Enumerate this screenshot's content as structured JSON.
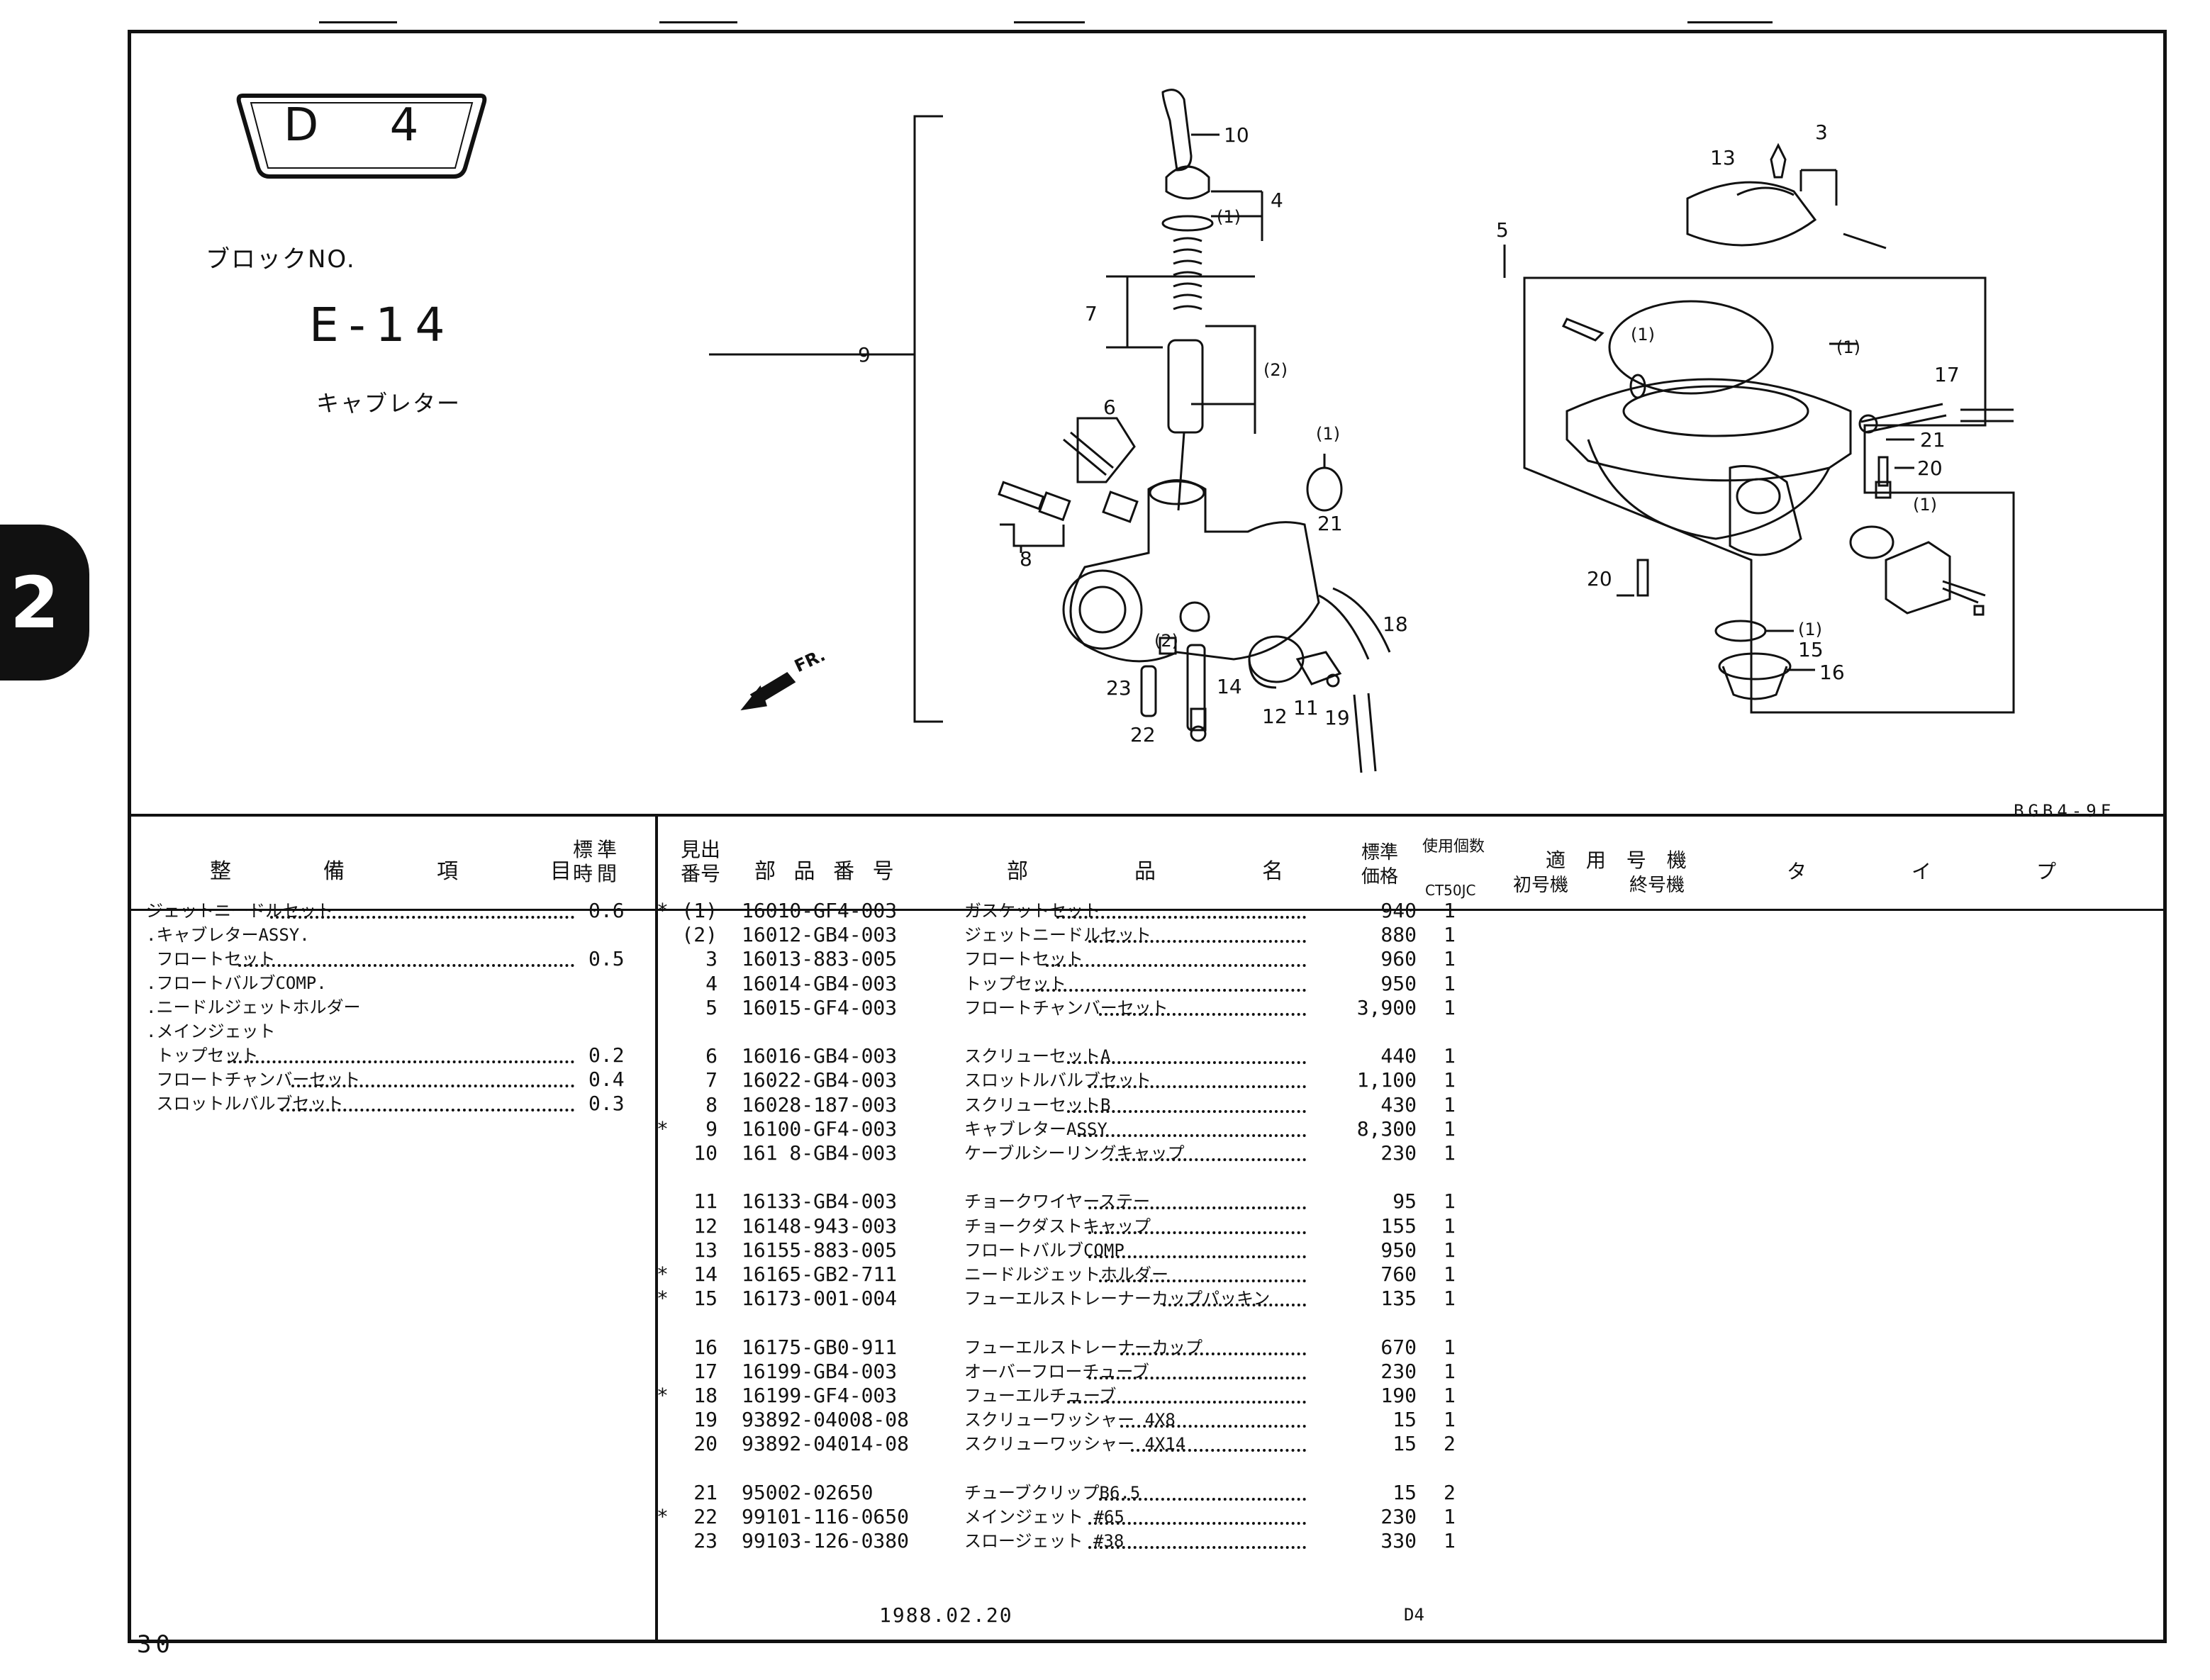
{
  "block": {
    "badge": "D 4",
    "block_no_label": "ブロックNO.",
    "code": "E-14",
    "name": "キャブレター"
  },
  "section_tab": "2",
  "diagram": {
    "code": "BGB4-9F",
    "fr_label": "FR.",
    "callouts": [
      "10",
      "4",
      "(1)",
      "7",
      "(2)",
      "9",
      "6",
      "8",
      "(1)",
      "21",
      "18",
      "(2)",
      "23",
      "14",
      "12",
      "11",
      "19",
      "22",
      "13",
      "3",
      "5",
      "(1)",
      "(1)",
      "17",
      "21",
      "20",
      "(1)",
      "20",
      "(1)",
      "15",
      "16"
    ]
  },
  "labor_table": {
    "headers": {
      "item": "整　備　項　目",
      "time": "標準時間"
    },
    "rows": [
      {
        "label": "ジェットニードルセット",
        "dots": true,
        "time": "0.6"
      },
      {
        "label": ".キャブレターASSY.",
        "dots": false,
        "time": ""
      },
      {
        "label": " フロートセット",
        "dots": true,
        "time": "0.5"
      },
      {
        "label": ".フロートバルブCOMP.",
        "dots": false,
        "time": ""
      },
      {
        "label": ".ニードルジェットホルダー",
        "dots": false,
        "time": ""
      },
      {
        "label": ".メインジェット",
        "dots": false,
        "time": ""
      },
      {
        "label": " トップセット",
        "dots": true,
        "time": "0.2"
      },
      {
        "label": " フロートチャンバーセット",
        "dots": true,
        "time": "0.4"
      },
      {
        "label": " スロットルバルブセット",
        "dots": true,
        "time": "0.3"
      }
    ]
  },
  "parts_table": {
    "headers": {
      "ref_no": "見出番号",
      "part_no": "部 品 番 号",
      "part_name": "部　　品　　名",
      "price": "標準価格",
      "qty_title": "使用個数",
      "model": "CT50JC",
      "applicable": "適 用 号 機",
      "first": "初号機",
      "last": "終号機",
      "type": "タ　イ　プ"
    },
    "rows": [
      {
        "star": "*",
        "ref": "(1)",
        "part_no": "16010-GF4-003",
        "name": "ガスケットセット",
        "price": "940",
        "qty": "1"
      },
      {
        "star": "",
        "ref": "(2)",
        "part_no": "16012-GB4-003",
        "name": "ジェットニードルセット",
        "price": "880",
        "qty": "1"
      },
      {
        "star": "",
        "ref": "3",
        "part_no": "16013-883-005",
        "name": "フロートセット",
        "price": "960",
        "qty": "1"
      },
      {
        "star": "",
        "ref": "4",
        "part_no": "16014-GB4-003",
        "name": "トップセット",
        "price": "950",
        "qty": "1"
      },
      {
        "star": "",
        "ref": "5",
        "part_no": "16015-GF4-003",
        "name": "フロートチャンバーセット",
        "price": "3,900",
        "qty": "1"
      },
      {
        "star": "",
        "ref": "6",
        "part_no": "16016-GB4-003",
        "name": "スクリューセットA",
        "price": "440",
        "qty": "1"
      },
      {
        "star": "",
        "ref": "7",
        "part_no": "16022-GB4-003",
        "name": "スロットルバルブセット",
        "price": "1,100",
        "qty": "1"
      },
      {
        "star": "",
        "ref": "8",
        "part_no": "16028-187-003",
        "name": "スクリューセットB",
        "price": "430",
        "qty": "1"
      },
      {
        "star": "*",
        "ref": "9",
        "part_no": "16100-GF4-003",
        "name": "キャブレターASSY",
        "price": "8,300",
        "qty": "1"
      },
      {
        "star": "",
        "ref": "10",
        "part_no": "161 8-GB4-003",
        "name": "ケーブルシーリングキャップ",
        "price": "230",
        "qty": "1"
      },
      {
        "star": "",
        "ref": "11",
        "part_no": "16133-GB4-003",
        "name": "チョークワイヤーステー",
        "price": "95",
        "qty": "1"
      },
      {
        "star": "",
        "ref": "12",
        "part_no": "16148-943-003",
        "name": "チョークダストキャップ",
        "price": "155",
        "qty": "1"
      },
      {
        "star": "",
        "ref": "13",
        "part_no": "16155-883-005",
        "name": "フロートバルブCOMP",
        "price": "950",
        "qty": "1"
      },
      {
        "star": "*",
        "ref": "14",
        "part_no": "16165-GB2-711",
        "name": "ニードルジェットホルダー",
        "price": "760",
        "qty": "1"
      },
      {
        "star": "*",
        "ref": "15",
        "part_no": "16173-001-004",
        "name": "フューエルストレーナーカップパッキン",
        "price": "135",
        "qty": "1"
      },
      {
        "star": "",
        "ref": "16",
        "part_no": "16175-GB0-911",
        "name": "フューエルストレーナーカップ",
        "price": "670",
        "qty": "1"
      },
      {
        "star": "",
        "ref": "17",
        "part_no": "16199-GB4-003",
        "name": "オーバーフローチューブ",
        "price": "230",
        "qty": "1"
      },
      {
        "star": "*",
        "ref": "18",
        "part_no": "16199-GF4-003",
        "name": "フューエルチューブ",
        "price": "190",
        "qty": "1"
      },
      {
        "star": "",
        "ref": "19",
        "part_no": "93892-04008-08",
        "name": "スクリューワッシャー 4X8",
        "price": "15",
        "qty": "1"
      },
      {
        "star": "",
        "ref": "20",
        "part_no": "93892-04014-08",
        "name": "スクリューワッシャー 4X14",
        "price": "15",
        "qty": "2"
      },
      {
        "star": "",
        "ref": "21",
        "part_no": "95002-02650",
        "name": "チューブクリップB6.5",
        "price": "15",
        "qty": "2"
      },
      {
        "star": "*",
        "ref": "22",
        "part_no": "99101-116-0650",
        "name": "メインジェット #65",
        "price": "230",
        "qty": "1"
      },
      {
        "star": "",
        "ref": "23",
        "part_no": "99103-126-0380",
        "name": "スロージェット #38",
        "price": "330",
        "qty": "1"
      }
    ]
  },
  "footer": {
    "date": "1988.02.20",
    "block_ref": "D4",
    "page": "30"
  }
}
